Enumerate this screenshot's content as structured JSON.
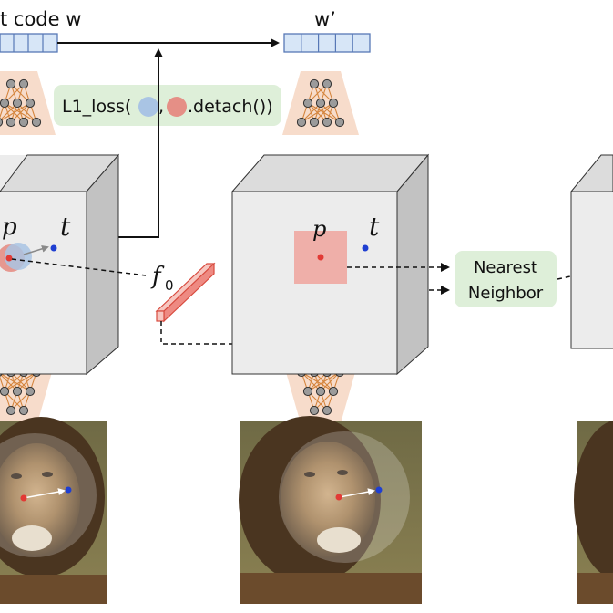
{
  "latent_code_label": "t code w",
  "latent_prime_label": "w’",
  "loss_box": {
    "prefix": "L1_loss(",
    "comma": ",",
    "suffix": ".detach())",
    "left_dot_color": "#a9c4e4",
    "right_dot_color": "#e58f86"
  },
  "points": {
    "handle_label": "p",
    "target_label": "t",
    "handle_color": "#e23a35",
    "target_color": "#1f3fd1"
  },
  "feature_label": {
    "base": "f",
    "subscript": "0"
  },
  "nearest_neighbor": {
    "line1": "Nearest",
    "line2": "Neighbor"
  },
  "colors": {
    "latent_fill": "#d7e6f7",
    "latent_stroke": "#5778b6",
    "generator_bg": "#f7dccb",
    "network_edge": "#d4843c",
    "network_node": "#9b9b9b",
    "cube_front": "#ececec",
    "cube_top": "#dcdcdc",
    "cube_side": "#c2c2c2",
    "box_fill": "#deefd9",
    "patch_fill": "#f0a8a2"
  }
}
